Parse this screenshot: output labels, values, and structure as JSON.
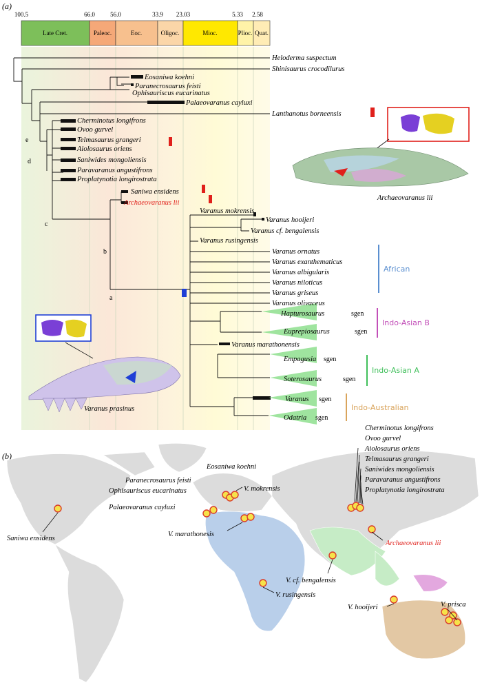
{
  "panel_a_label": "(a)",
  "panel_b_label": "(b)",
  "timescale": {
    "ticks": [
      "100.5",
      "66.0",
      "56.0",
      "33.9",
      "23.03",
      "5.33",
      "2.58"
    ],
    "epochs": [
      {
        "label": "Late Cret.",
        "color": "#7dbf5a"
      },
      {
        "label": "Paleoc.",
        "color": "#f5a878"
      },
      {
        "label": "Eoc.",
        "color": "#f7c08e"
      },
      {
        "label": "Oligoc.",
        "color": "#fbd6a8"
      },
      {
        "label": "Mioc.",
        "color": "#ffe800"
      },
      {
        "label": "Plioc.",
        "color": "#fff3a8"
      },
      {
        "label": "Quat.",
        "color": "#ffecb5"
      }
    ]
  },
  "taxa": [
    "Heloderma suspectum",
    "Shinisaurus crocodilurus",
    "Eosaniwa koehni",
    "Paranecrosaurus feisti",
    "Ophisauriscus eucarinatus",
    "Palaeovaranus cayluxi",
    "Lanthanotus borneensis",
    "Cherminotus longifrons",
    "Ovoo gurvel",
    "Telmasaurus grangeri",
    "Aiolosaurus oriens",
    "Saniwides mongoliensis",
    "Paravaranus angustifrons",
    "Proplatynotia longirostrata",
    "Saniwa ensidens",
    "Archaeovaranus lii",
    "Varanus mokrensis",
    "Varanus hooijeri",
    "Varanus cf. bengalensis",
    "Varanus rusingensis",
    "Varanus ornatus",
    "Varanus exanthematicus",
    "Varanus albigularis",
    "Varanus niloticus",
    "Varanus griseus",
    "Varanus olivaceus",
    "Varanus marathonensis"
  ],
  "subgenera": [
    "Hapturosaurus",
    "Euprepiosaurus",
    "Empagusia",
    "Soterosaurus",
    "Varanus",
    "Odatria"
  ],
  "sgen_label": "sgen",
  "node_labels": [
    "a",
    "b",
    "c",
    "d",
    "e"
  ],
  "groups": [
    {
      "label": "African",
      "color": "#5b8fd0"
    },
    {
      "label": "Indo-Asian B",
      "color": "#c24fb8"
    },
    {
      "label": "Indo-Asian A",
      "color": "#3fbf5a"
    },
    {
      "label": "Indo-Australian",
      "color": "#d9a45c"
    }
  ],
  "skull_labels": {
    "top": "Archaeovaranus lii",
    "bottom": "Varanus prasinus"
  },
  "map_labels": {
    "saniwa": "Saniwa ensidens",
    "eosaniwa": "Eosaniwa koehni",
    "paranec": "Paranecrosaurus feisti",
    "ophis": "Ophisauriscus eucarinatus",
    "vmok": "V. mokrensis",
    "palaeo": "Palaeovaranus cayluxi",
    "vmar": "V. marathonesis",
    "cher": "Cherminotus longifrons",
    "ovoo": "Ovoo gurvel",
    "aiolo": "Aiolosaurus oriens",
    "telma": "Telmasaurus grangeri",
    "saniwides": "Saniwides mongoliensis",
    "parav": "Paravaranus angustifrons",
    "proplat": "Proplatynotia longirostrata",
    "archaeo": "Archaeovaranus lii",
    "vbeng": "V. cf. bengalensis",
    "vrus": "V. rusingensis",
    "vhooi": "V. hooijeri",
    "vpris": "V. prisca"
  },
  "colors": {
    "highlight": "#e0201b",
    "blue_mark": "#1f3fd6",
    "land": "#dcdcdc",
    "africa": "#b9cfea",
    "asia": "#c6ecc6",
    "australia": "#e3c8a4",
    "pacific": "#e3a8df",
    "dot": "#f6e24a",
    "dot_ring": "#d93a2a"
  }
}
